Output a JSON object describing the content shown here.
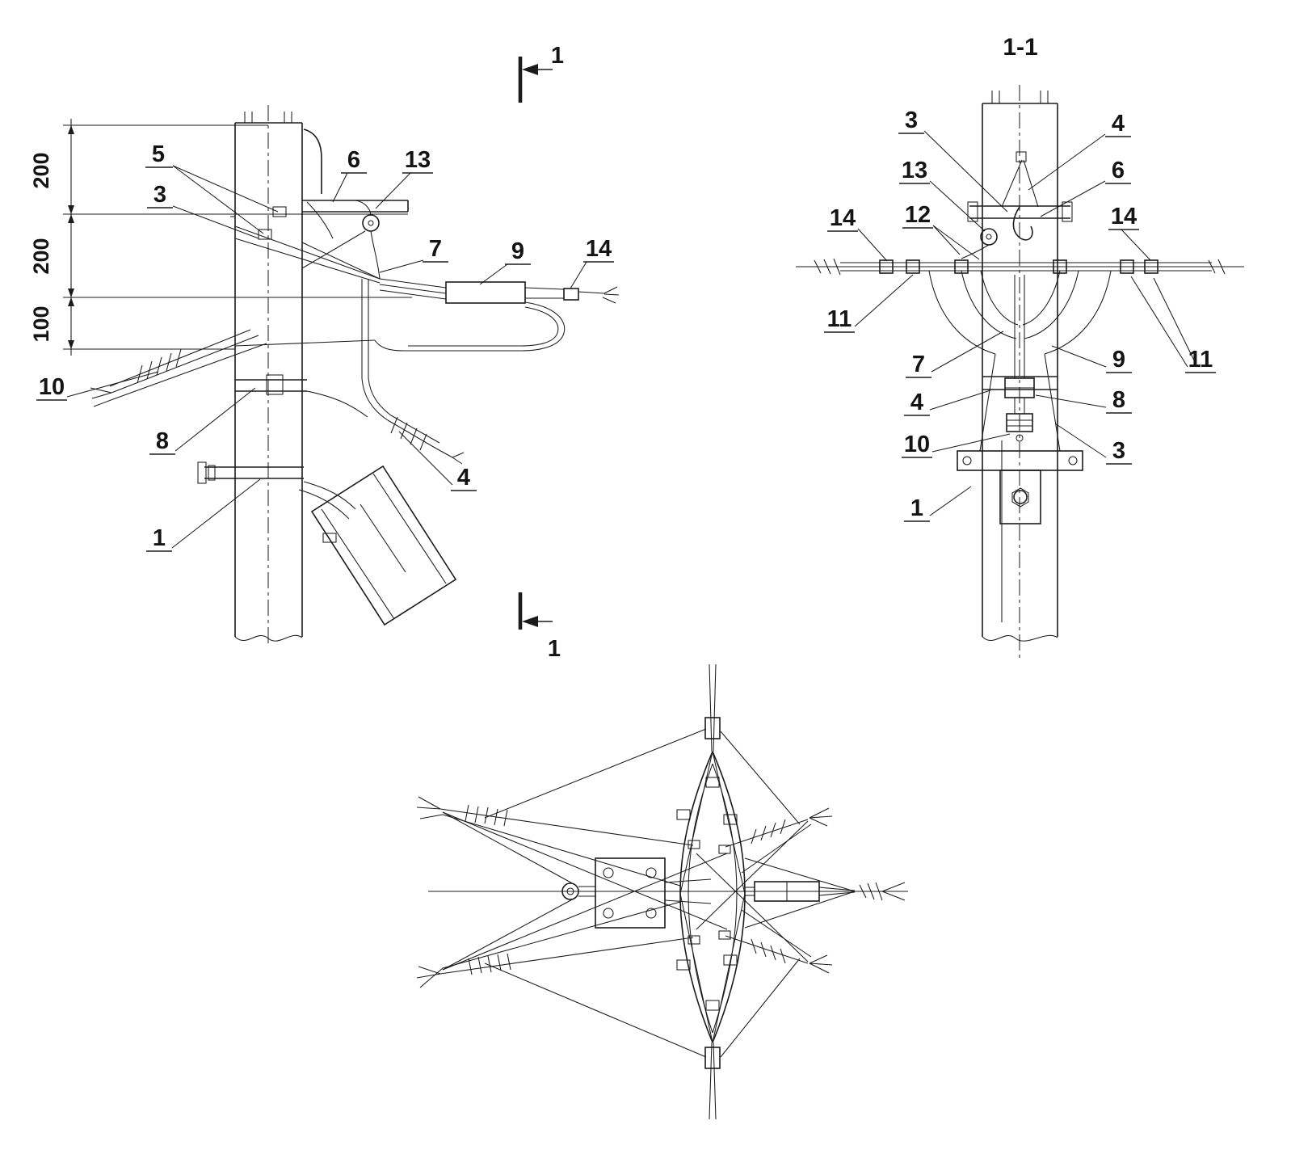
{
  "drawing": {
    "background_color": "#ffffff",
    "line_color": "#1b1b1b"
  },
  "side_view": {
    "section_marker_top": "1",
    "section_marker_bottom": "1",
    "dim_top": "200",
    "dim_mid": "200",
    "dim_bottom": "100",
    "callout_5": "5",
    "callout_3": "3",
    "callout_6": "6",
    "callout_13": "13",
    "callout_7": "7",
    "callout_9": "9",
    "callout_14": "14",
    "callout_10": "10",
    "callout_8": "8",
    "callout_4": "4",
    "callout_1": "1"
  },
  "section_view": {
    "title": "1-1",
    "callout_3_top": "3",
    "callout_4_top": "4",
    "callout_13": "13",
    "callout_6": "6",
    "callout_14_left": "14",
    "callout_12": "12",
    "callout_14_right": "14",
    "callout_11_left": "11",
    "callout_7": "7",
    "callout_9": "9",
    "callout_11_right": "11",
    "callout_4_mid": "4",
    "callout_8": "8",
    "callout_10": "10",
    "callout_3_bottom": "3",
    "callout_1": "1"
  }
}
